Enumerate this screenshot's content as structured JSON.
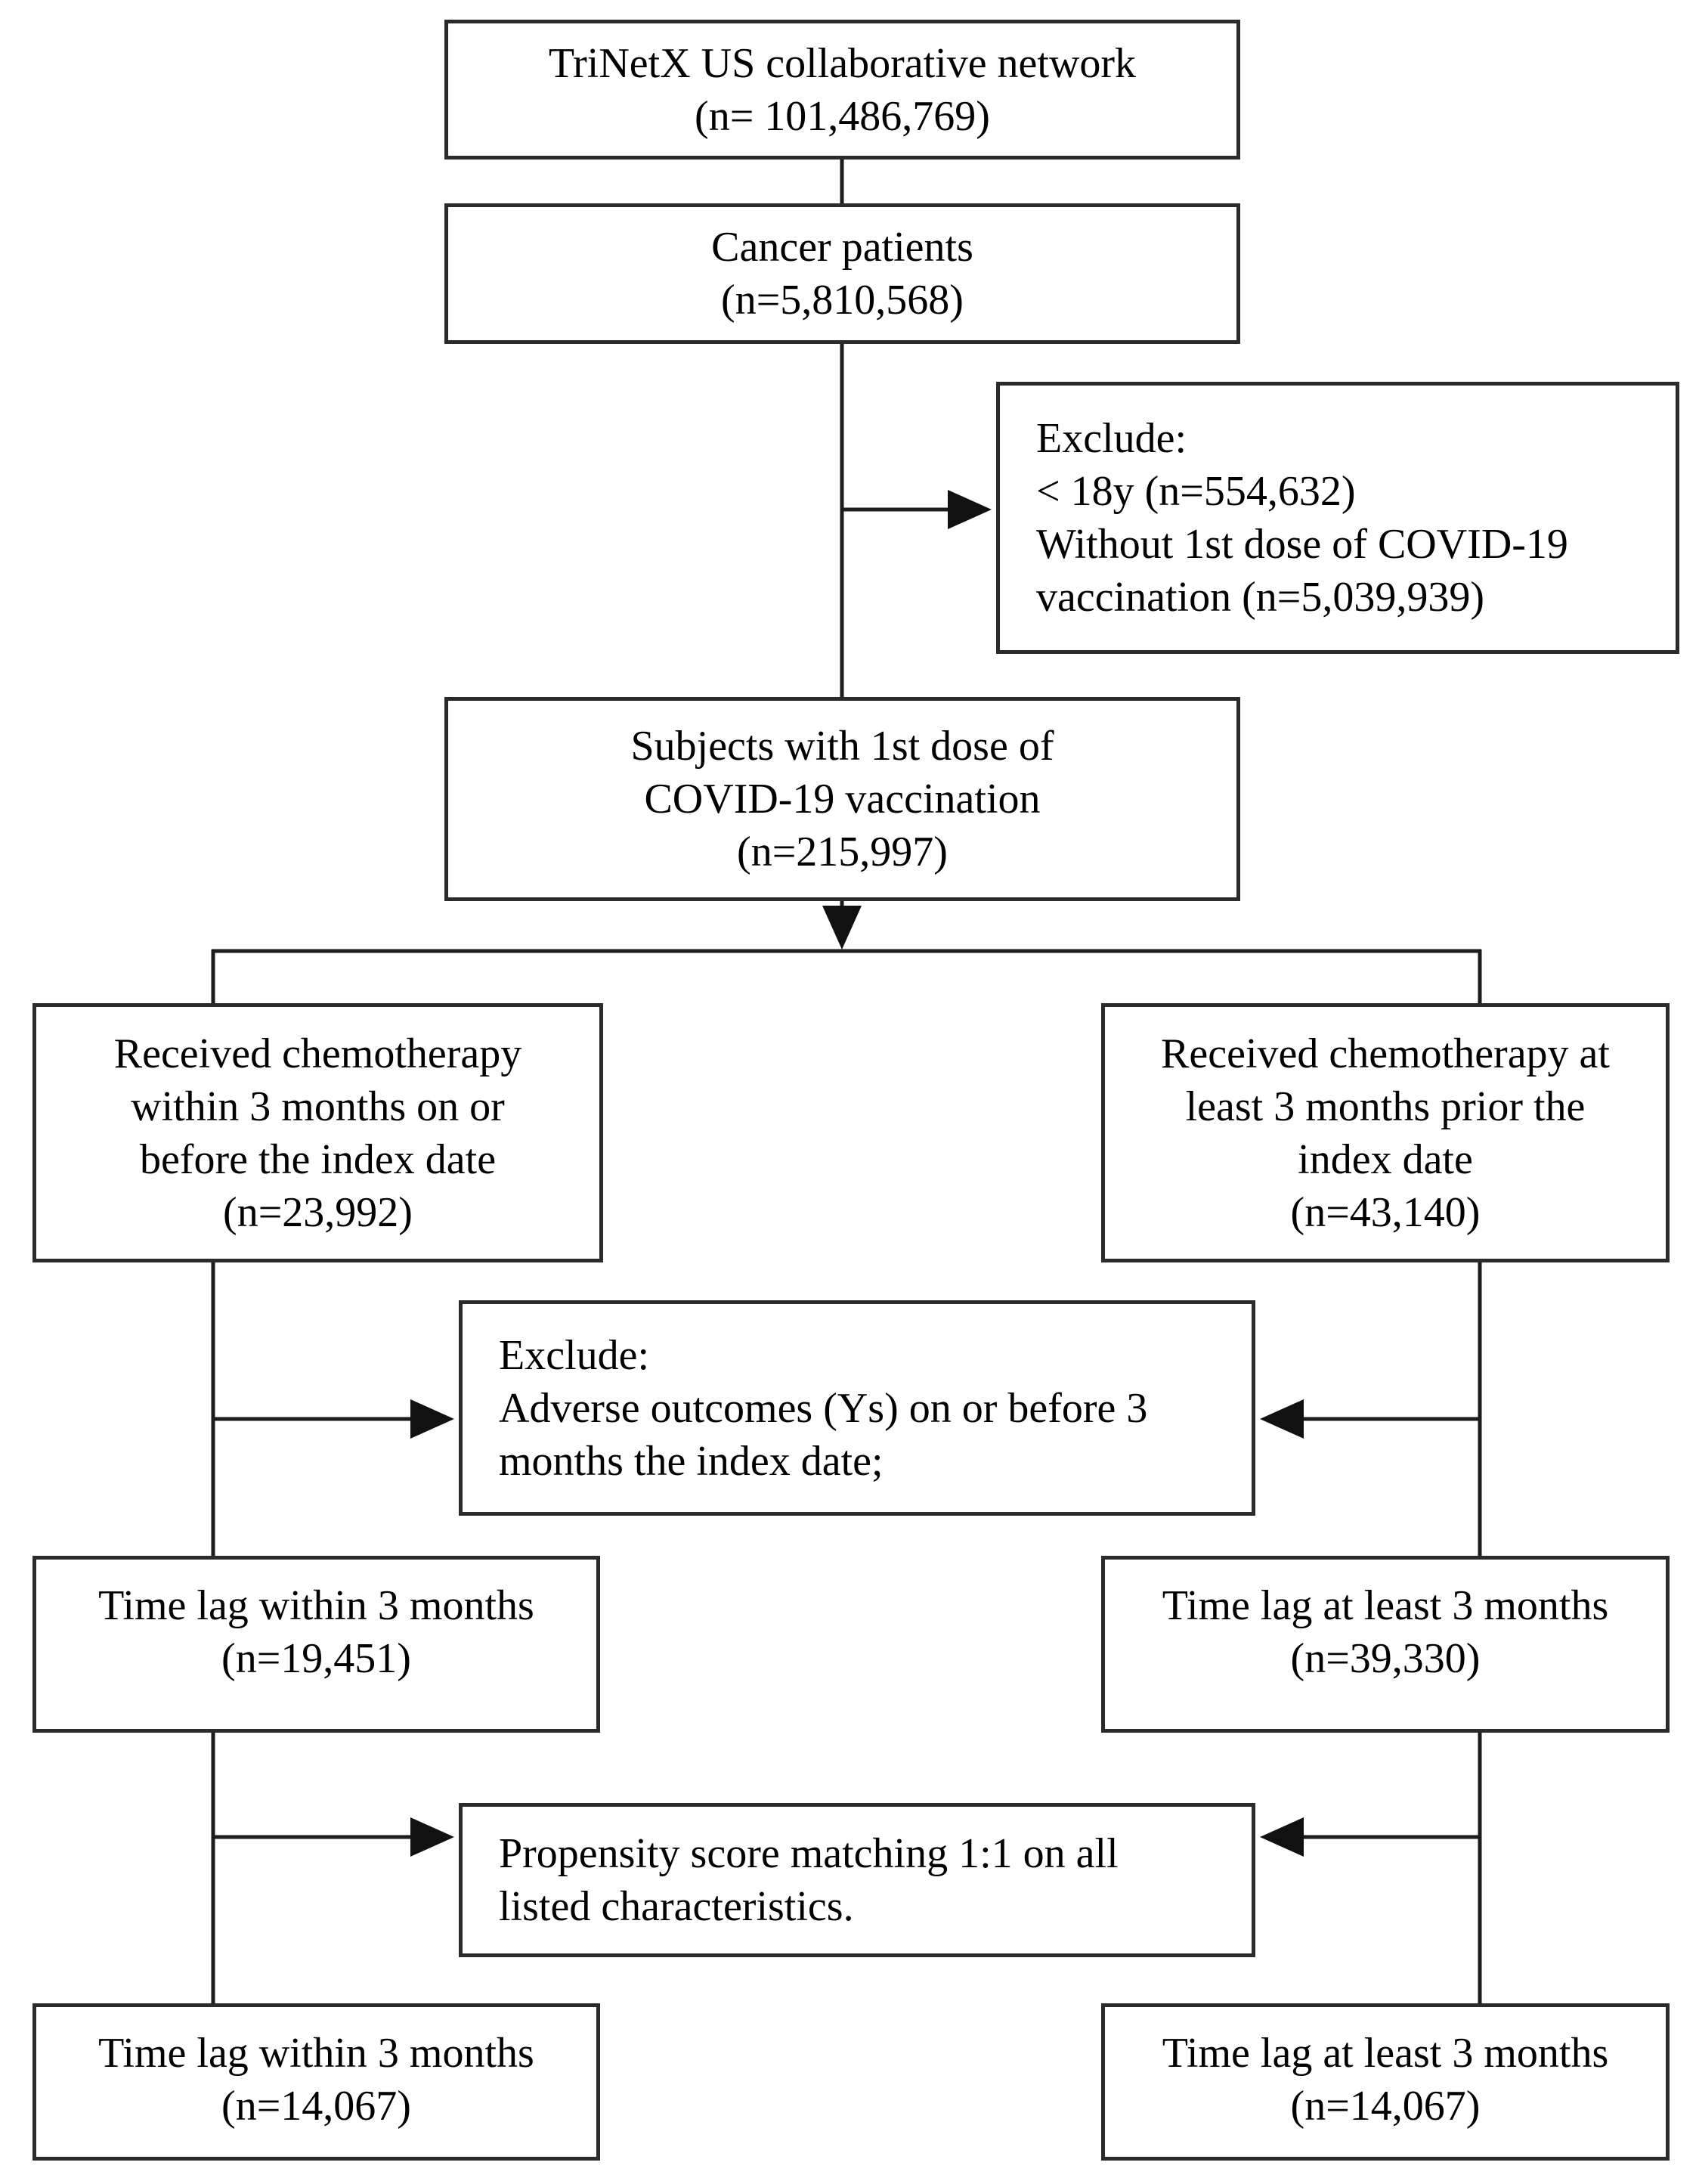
{
  "figure": {
    "type": "patient-selection-flowchart",
    "colors": {
      "background": "#ffffff",
      "box_border": "#2b2b2b",
      "connector": "#1c1c1c",
      "text": "#000000"
    }
  },
  "nodes": {
    "network": {
      "lines": [
        "TriNetX US collaborative network",
        "(n= 101,486,769)"
      ]
    },
    "cancer": {
      "lines": [
        "Cancer patients",
        "(n=5,810,568)"
      ]
    },
    "exclude1": {
      "lines": [
        "Exclude:",
        "< 18y (n=554,632)",
        "Without 1st dose of COVID-19",
        "vaccination (n=5,039,939)"
      ]
    },
    "vaccinated": {
      "lines": [
        "Subjects with 1st dose of",
        "COVID-19 vaccination",
        "(n=215,997)"
      ]
    },
    "chemo_within": {
      "lines": [
        "Received chemotherapy",
        "within 3 months on or",
        "before the index date",
        "(n=23,992)"
      ]
    },
    "chemo_prior": {
      "lines": [
        "Received chemotherapy at",
        "least 3 months prior the",
        "index date",
        "(n=43,140)"
      ]
    },
    "exclude2": {
      "lines": [
        "Exclude:",
        "Adverse outcomes (Ys) on or before 3",
        "months the index date;"
      ]
    },
    "timelag_within_pre": {
      "lines": [
        "Time lag within 3 months",
        "(n=19,451)"
      ]
    },
    "timelag_atleast_pre": {
      "lines": [
        "Time lag at least 3 months",
        "(n=39,330)"
      ]
    },
    "psm": {
      "lines": [
        "Propensity score matching 1:1 on all",
        "listed characteristics."
      ]
    },
    "timelag_within_post": {
      "lines": [
        "Time lag within 3 months",
        "(n=14,067)"
      ]
    },
    "timelag_atleast_post": {
      "lines": [
        "Time lag at least 3 months",
        "(n=14,067)"
      ]
    }
  }
}
